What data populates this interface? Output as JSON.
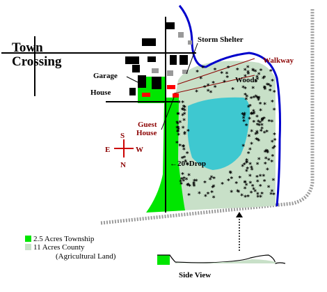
{
  "map": {
    "town_label_1": "Town",
    "town_label_2": "Crossing",
    "labels": {
      "storm_shelter": "Storm Shelter",
      "walkway": "Walkway",
      "woods": "Woods",
      "garage": "Garage",
      "house": "House",
      "guest_house_1": "Guest",
      "guest_house_2": "House",
      "drop": "←20' Drop"
    },
    "compass": {
      "s": "S",
      "e": "E",
      "w": "W",
      "n": "N"
    },
    "legend": {
      "township": "2.5 Acres Township",
      "county": "11 Acres County",
      "agri": "(Agricultural Land)"
    },
    "side_view_label": "Side View",
    "colors": {
      "township": "#00e600",
      "county": "#c8e0c8",
      "pond": "#3ec8d0",
      "river": "#0000cc",
      "building": "#000000",
      "red_building": "#ff0000",
      "rail": "#999999",
      "red_text": "#8b0000"
    }
  }
}
